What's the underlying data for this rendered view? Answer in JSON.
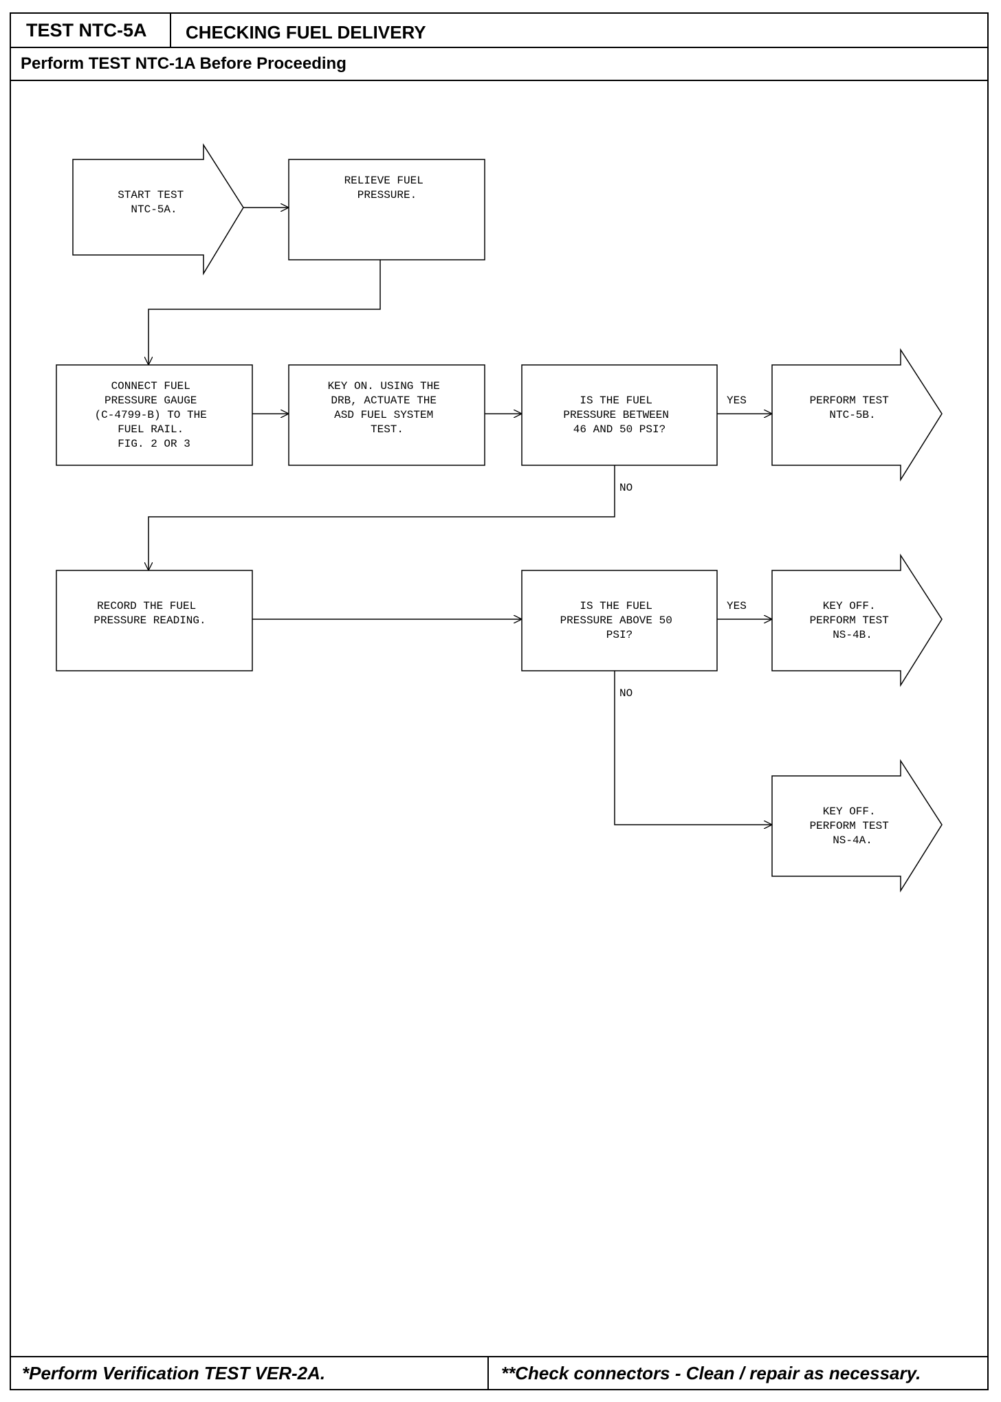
{
  "header": {
    "test_id": "TEST NTC-5A",
    "title": "CHECKING FUEL DELIVERY",
    "prerequisite": "Perform TEST NTC-1A Before Proceeding"
  },
  "nodes": {
    "start": {
      "lines": [
        "START TEST",
        "NTC-5A."
      ]
    },
    "relieve": {
      "lines": [
        "RELIEVE FUEL",
        "PRESSURE."
      ]
    },
    "connect": {
      "lines": [
        "CONNECT FUEL",
        "PRESSURE GAUGE",
        "(C-4799-B) TO THE",
        "FUEL RAIL.",
        "FIG. 2 OR 3"
      ]
    },
    "keyon": {
      "lines": [
        "KEY ON. USING THE",
        "DRB, ACTUATE THE",
        "ASD FUEL SYSTEM",
        "TEST."
      ]
    },
    "decision1": {
      "lines": [
        "IS THE FUEL",
        "PRESSURE BETWEEN",
        "46 AND 50 PSI?"
      ]
    },
    "perform5b": {
      "lines": [
        "PERFORM TEST",
        "NTC-5B."
      ]
    },
    "record": {
      "lines": [
        "RECORD THE FUEL",
        "PRESSURE READING."
      ]
    },
    "decision2": {
      "lines": [
        "IS THE FUEL",
        "PRESSURE ABOVE 50",
        "PSI?"
      ]
    },
    "ns4b": {
      "lines": [
        "KEY OFF.",
        "PERFORM TEST",
        "NS-4B."
      ]
    },
    "ns4a": {
      "lines": [
        "KEY OFF.",
        "PERFORM TEST",
        "NS-4A."
      ]
    }
  },
  "edge_labels": {
    "yes1": "YES",
    "no1": "NO",
    "yes2": "YES",
    "no2": "NO"
  },
  "footer": {
    "left": "*Perform Verification TEST VER-2A.",
    "right": "**Check connectors - Clean / repair as necessary."
  }
}
